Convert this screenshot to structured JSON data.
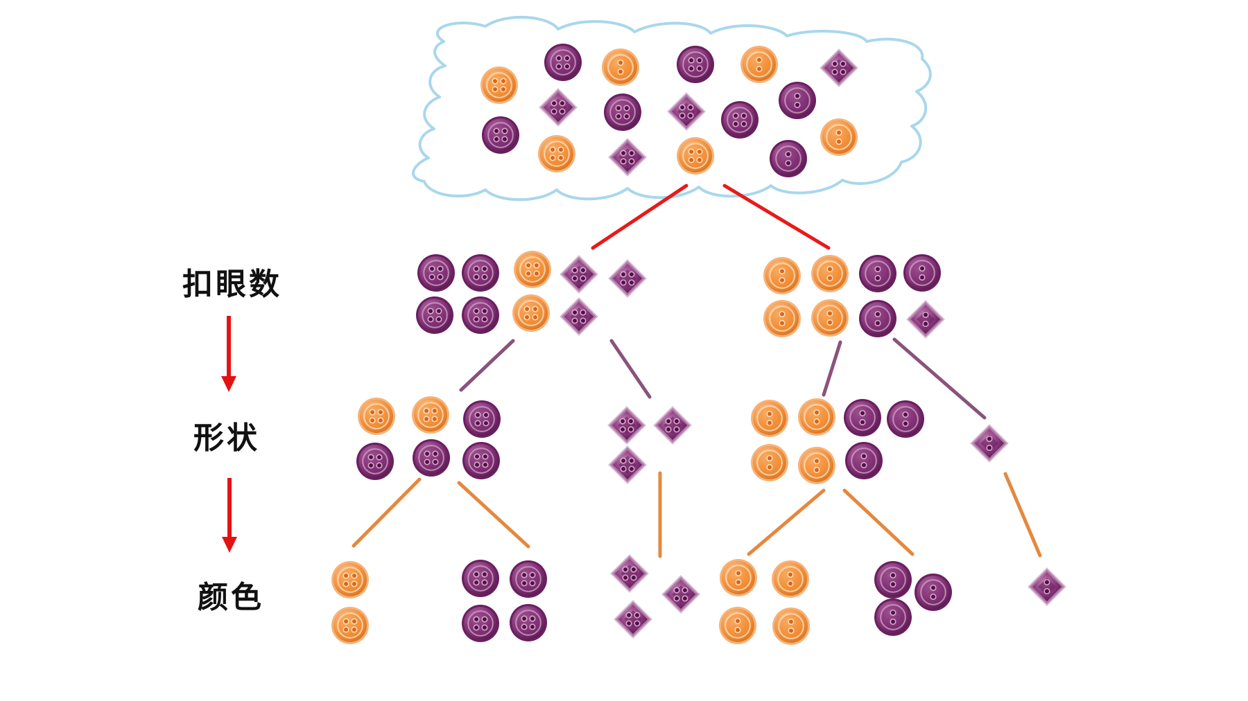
{
  "labels": {
    "step1": "扣眼数",
    "step2": "形状",
    "step3": "颜色"
  },
  "colors": {
    "cloud_stroke": "#a9d7ec",
    "red_line": "#e81a1a",
    "purple_line": "#8a527c",
    "orange_line": "#e5883d",
    "arrow": "#e51212",
    "purple": "#7a2a6e",
    "orange": "#f28b30"
  },
  "groups": {
    "all": {
      "buttons": [
        {
          "shape": "round",
          "color": "orange",
          "holes": 4
        },
        {
          "shape": "round",
          "color": "purple",
          "holes": 4
        },
        {
          "shape": "round",
          "color": "orange",
          "holes": 2
        },
        {
          "shape": "round",
          "color": "purple",
          "holes": 4
        },
        {
          "shape": "round",
          "color": "orange",
          "holes": 2
        },
        {
          "shape": "diamond",
          "color": "purple",
          "holes": 4
        },
        {
          "shape": "diamond",
          "color": "purple",
          "holes": 4
        },
        {
          "shape": "round",
          "color": "purple",
          "holes": 4
        },
        {
          "shape": "diamond",
          "color": "purple",
          "holes": 4
        },
        {
          "shape": "round",
          "color": "purple",
          "holes": 4
        },
        {
          "shape": "round",
          "color": "purple",
          "holes": 2
        },
        {
          "shape": "round",
          "color": "purple",
          "holes": 4
        },
        {
          "shape": "round",
          "color": "orange",
          "holes": 4
        },
        {
          "shape": "diamond",
          "color": "purple",
          "holes": 4
        },
        {
          "shape": "round",
          "color": "orange",
          "holes": 4
        },
        {
          "shape": "round",
          "color": "purple",
          "holes": 2
        },
        {
          "shape": "round",
          "color": "orange",
          "holes": 2
        }
      ]
    },
    "four_holes": {
      "buttons": [
        {
          "shape": "round",
          "color": "purple",
          "holes": 4
        },
        {
          "shape": "round",
          "color": "purple",
          "holes": 4
        },
        {
          "shape": "round",
          "color": "orange",
          "holes": 4
        },
        {
          "shape": "diamond",
          "color": "purple",
          "holes": 4
        },
        {
          "shape": "diamond",
          "color": "purple",
          "holes": 4
        },
        {
          "shape": "round",
          "color": "purple",
          "holes": 4
        },
        {
          "shape": "round",
          "color": "purple",
          "holes": 4
        },
        {
          "shape": "round",
          "color": "orange",
          "holes": 4
        },
        {
          "shape": "diamond",
          "color": "purple",
          "holes": 4
        }
      ]
    },
    "two_holes": {
      "buttons": [
        {
          "shape": "round",
          "color": "orange",
          "holes": 2
        },
        {
          "shape": "round",
          "color": "orange",
          "holes": 2
        },
        {
          "shape": "round",
          "color": "purple",
          "holes": 2
        },
        {
          "shape": "round",
          "color": "purple",
          "holes": 2
        },
        {
          "shape": "round",
          "color": "orange",
          "holes": 2
        },
        {
          "shape": "round",
          "color": "orange",
          "holes": 2
        },
        {
          "shape": "round",
          "color": "purple",
          "holes": 2
        },
        {
          "shape": "diamond",
          "color": "purple",
          "holes": 2
        }
      ]
    },
    "four_round": {
      "buttons": [
        {
          "shape": "round",
          "color": "orange",
          "holes": 4
        },
        {
          "shape": "round",
          "color": "orange",
          "holes": 4
        },
        {
          "shape": "round",
          "color": "purple",
          "holes": 4
        },
        {
          "shape": "round",
          "color": "purple",
          "holes": 4
        },
        {
          "shape": "round",
          "color": "purple",
          "holes": 4
        },
        {
          "shape": "round",
          "color": "purple",
          "holes": 4
        }
      ]
    },
    "four_diamond": {
      "buttons": [
        {
          "shape": "diamond",
          "color": "purple",
          "holes": 4
        },
        {
          "shape": "diamond",
          "color": "purple",
          "holes": 4
        },
        {
          "shape": "diamond",
          "color": "purple",
          "holes": 4
        }
      ]
    },
    "two_round": {
      "buttons": [
        {
          "shape": "round",
          "color": "orange",
          "holes": 2
        },
        {
          "shape": "round",
          "color": "orange",
          "holes": 2
        },
        {
          "shape": "round",
          "color": "purple",
          "holes": 2
        },
        {
          "shape": "round",
          "color": "purple",
          "holes": 2
        },
        {
          "shape": "round",
          "color": "orange",
          "holes": 2
        },
        {
          "shape": "round",
          "color": "orange",
          "holes": 2
        },
        {
          "shape": "round",
          "color": "purple",
          "holes": 2
        }
      ]
    },
    "two_diamond": {
      "buttons": [
        {
          "shape": "diamond",
          "color": "purple",
          "holes": 2
        }
      ]
    },
    "four_round_orange": {
      "buttons": [
        {
          "shape": "round",
          "color": "orange",
          "holes": 4
        },
        {
          "shape": "round",
          "color": "orange",
          "holes": 4
        }
      ]
    },
    "four_round_purple": {
      "buttons": [
        {
          "shape": "round",
          "color": "purple",
          "holes": 4
        },
        {
          "shape": "round",
          "color": "purple",
          "holes": 4
        },
        {
          "shape": "round",
          "color": "purple",
          "holes": 4
        },
        {
          "shape": "round",
          "color": "purple",
          "holes": 4
        }
      ]
    },
    "four_diamond_purple": {
      "buttons": [
        {
          "shape": "diamond",
          "color": "purple",
          "holes": 4
        },
        {
          "shape": "diamond",
          "color": "purple",
          "holes": 4
        },
        {
          "shape": "diamond",
          "color": "purple",
          "holes": 4
        }
      ]
    },
    "two_round_orange": {
      "buttons": [
        {
          "shape": "round",
          "color": "orange",
          "holes": 2
        },
        {
          "shape": "round",
          "color": "orange",
          "holes": 2
        },
        {
          "shape": "round",
          "color": "orange",
          "holes": 2
        },
        {
          "shape": "round",
          "color": "orange",
          "holes": 2
        }
      ]
    },
    "two_round_purple": {
      "buttons": [
        {
          "shape": "round",
          "color": "purple",
          "holes": 2
        },
        {
          "shape": "round",
          "color": "purple",
          "holes": 2
        },
        {
          "shape": "round",
          "color": "purple",
          "holes": 2
        }
      ]
    },
    "two_diamond_purple": {
      "buttons": [
        {
          "shape": "diamond",
          "color": "purple",
          "holes": 2
        }
      ]
    }
  }
}
